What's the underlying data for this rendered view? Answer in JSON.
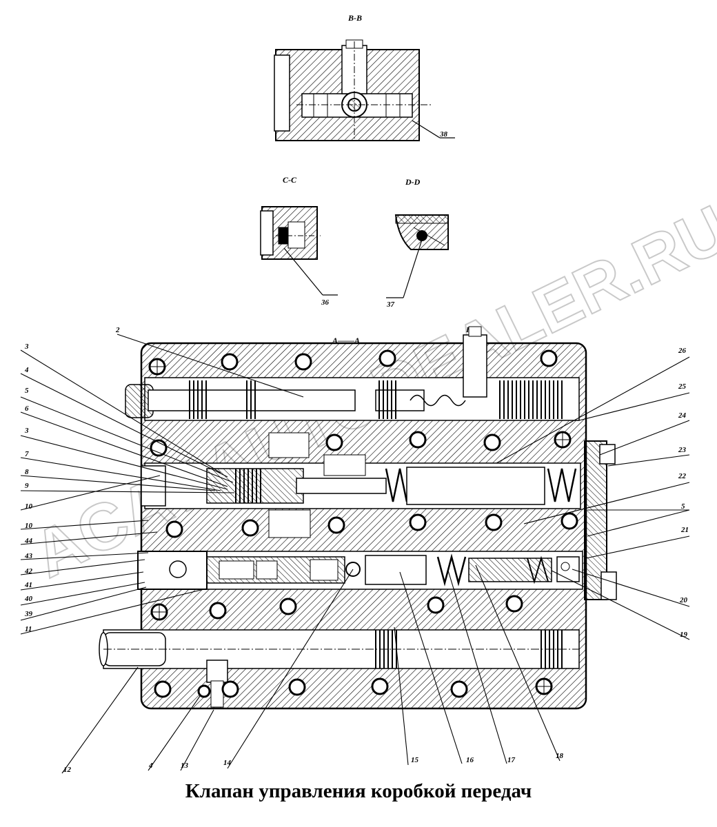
{
  "caption": "Клапан управления коробкой передач",
  "watermark": "ACAT.AUTODEALER.RU",
  "sections": {
    "bb": "B-B",
    "cc": "C-C",
    "dd": "D-D",
    "aa": "A——A",
    "p1": "P1"
  },
  "callouts": {
    "n38": "38",
    "n36": "36",
    "n37": "37",
    "n2": "2",
    "n3": "3",
    "n4a": "4",
    "n5a": "5",
    "n6": "6",
    "n3b": "3",
    "n7": "7",
    "n8": "8",
    "n9": "9",
    "n10a": "10",
    "n10b": "10",
    "n44": "44",
    "n43": "43",
    "n42": "42",
    "n41": "41",
    "n40": "40",
    "n39": "39",
    "n11": "11",
    "n26": "26",
    "n25": "25",
    "n24": "24",
    "n23": "23",
    "n22": "22",
    "n5b": "5",
    "n21": "21",
    "n20": "20",
    "n19": "19",
    "n12": "12",
    "n4b": "4",
    "n13": "13",
    "n14": "14",
    "n15": "15",
    "n16": "16",
    "n17": "17",
    "n18": "18"
  }
}
